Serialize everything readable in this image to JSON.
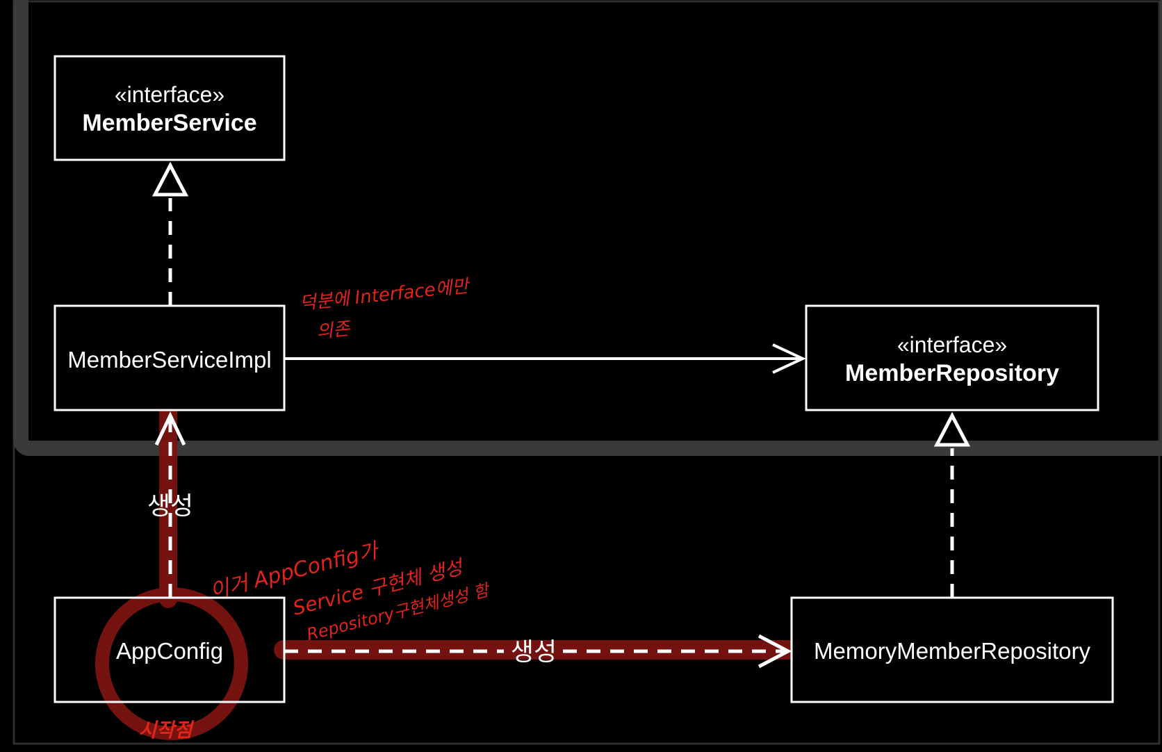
{
  "diagram": {
    "nodes": {
      "member_service": {
        "stereotype": "«interface»",
        "name": "MemberService"
      },
      "member_service_impl": {
        "name": "MemberServiceImpl"
      },
      "member_repository": {
        "stereotype": "«interface»",
        "name": "MemberRepository"
      },
      "app_config": {
        "name": "AppConfig"
      },
      "memory_member_repository": {
        "name": "MemoryMemberRepository"
      }
    },
    "edge_labels": {
      "create_impl": "생성",
      "create_repo": "생성"
    }
  },
  "annotations": {
    "dependency_note": [
      "덕분에 Interface에만",
      "의존"
    ],
    "appconfig_note": [
      "이거 AppConfig가",
      "Service 구현체 생성",
      "Repository구현체생성 함"
    ],
    "start_point": "시작점"
  },
  "colors": {
    "background": "#000000",
    "frame": "#3a3a3a",
    "stroke": "#ffffff",
    "highlight": "#7a1410",
    "handwriting": "#e0241b"
  }
}
